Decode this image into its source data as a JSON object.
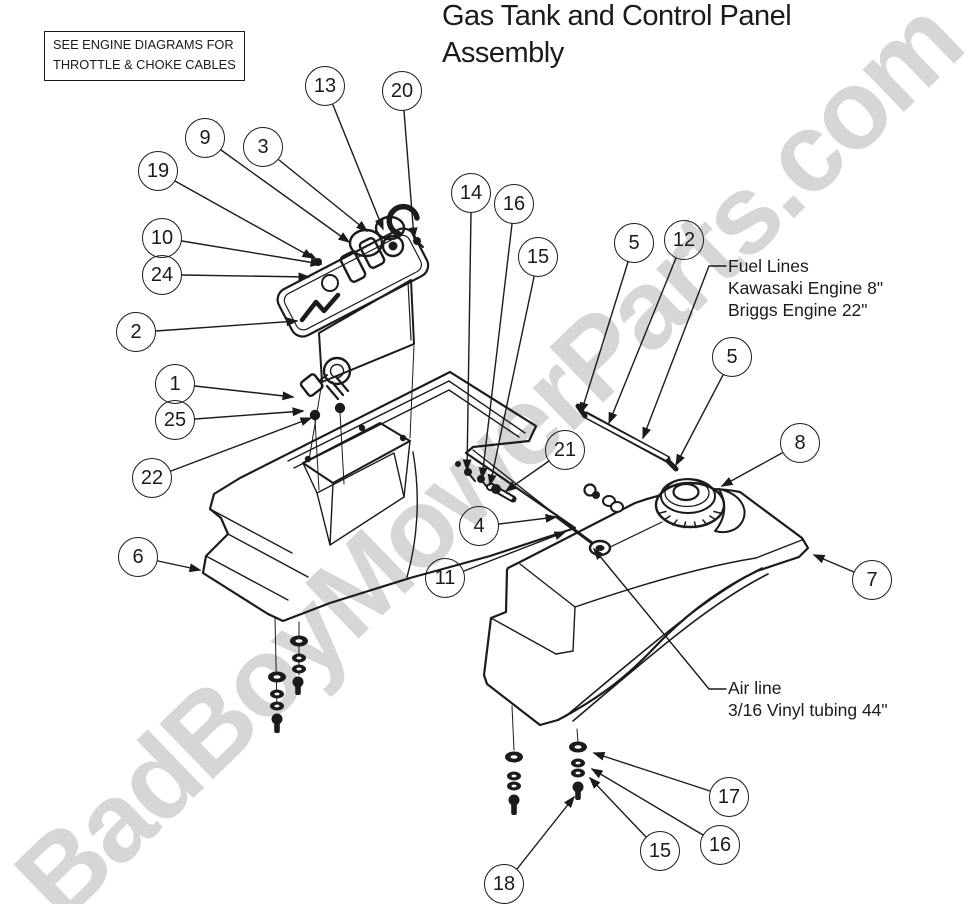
{
  "title": {
    "line1": "Gas Tank and Control Panel",
    "line2": "Assembly"
  },
  "note_box": {
    "line1": "SEE ENGINE DIAGRAMS FOR",
    "line2": "THROTTLE & CHOKE CABLES"
  },
  "watermark": "BadBoyMowerParts.com",
  "annotations": {
    "fuel_lines": {
      "line1": "Fuel Lines",
      "line2": "Kawasaki Engine 8\"",
      "line3": "Briggs Engine 22\""
    },
    "air_line": {
      "line1": "Air line",
      "line2": "3/16 Vinyl tubing 44\""
    }
  },
  "callouts": [
    {
      "label": "13"
    },
    {
      "label": "20"
    },
    {
      "label": "9"
    },
    {
      "label": "3"
    },
    {
      "label": "19"
    },
    {
      "label": "14"
    },
    {
      "label": "16"
    },
    {
      "label": "15"
    },
    {
      "label": "10"
    },
    {
      "label": "24"
    },
    {
      "label": "5"
    },
    {
      "label": "12"
    },
    {
      "label": "2"
    },
    {
      "label": "1"
    },
    {
      "label": "25"
    },
    {
      "label": "5"
    },
    {
      "label": "8"
    },
    {
      "label": "22"
    },
    {
      "label": "21"
    },
    {
      "label": "4"
    },
    {
      "label": "6"
    },
    {
      "label": "11"
    },
    {
      "label": "7"
    },
    {
      "label": "17"
    },
    {
      "label": "16"
    },
    {
      "label": "15"
    },
    {
      "label": "18"
    }
  ],
  "colors": {
    "line": "#1b1b1b",
    "watermark": "#d6d6d6"
  }
}
